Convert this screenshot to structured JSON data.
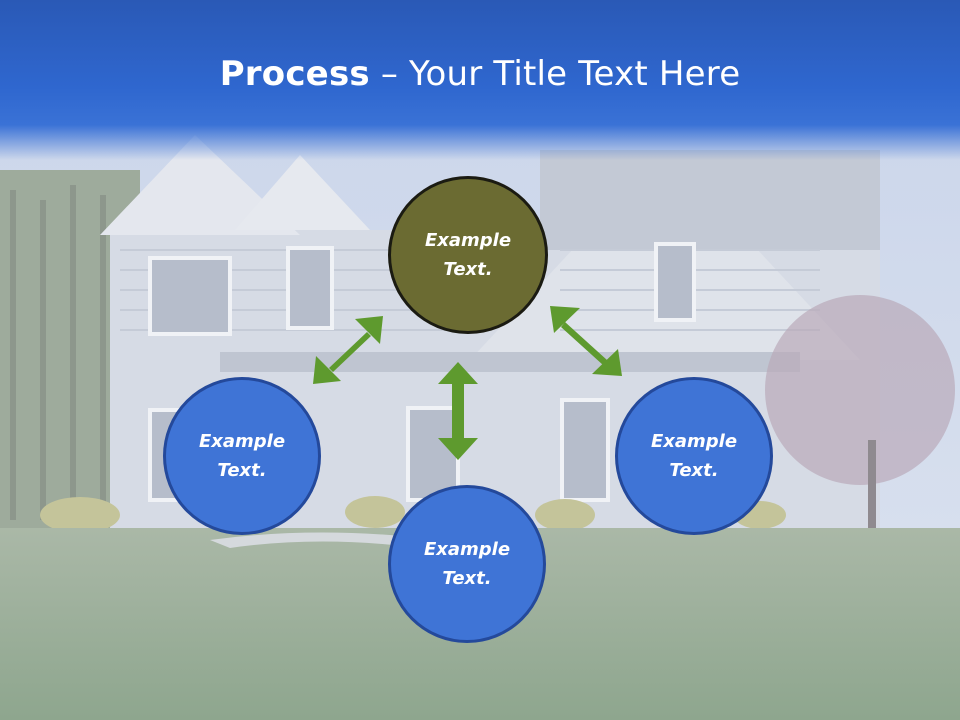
{
  "title": {
    "bold": "Process",
    "rest": " – Your Title Text Here"
  },
  "nodes": {
    "top": "Example Text.",
    "left": "Example Text.",
    "right": "Example Text.",
    "bottom": "Example Text."
  },
  "colors": {
    "title_band": "#2f67cf",
    "circle_blue": "#3f74d6",
    "circle_blue_border": "#24499b",
    "circle_olive": "#6b6b32",
    "arrow_green": "#5e9a2e"
  }
}
